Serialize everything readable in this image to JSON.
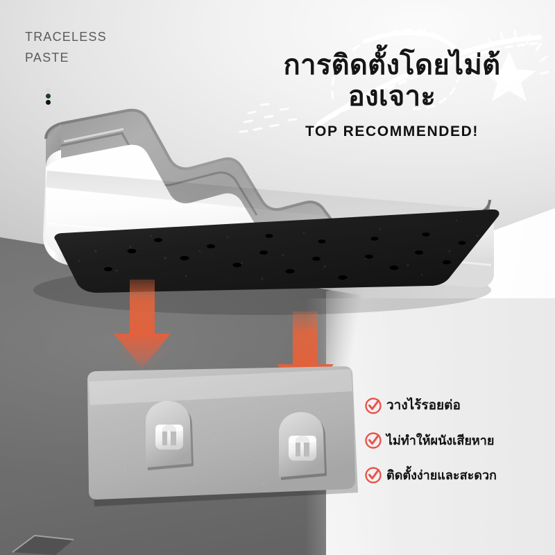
{
  "brand": {
    "line1": "TRACELESS",
    "line2": "PASTE",
    "dots_icon": "three-vertical-dots"
  },
  "headline": {
    "thai_line1": "การติดตั้งโดยไม่ต้",
    "thai_line2": "องเจาะ",
    "thai_full": "การติดตั้งโดยไม่ต้องเจาะ",
    "subtitle": "TOP RECOMMENDED!",
    "star_icon": "star-icon",
    "swoosh_icon": "swoosh-decoration"
  },
  "product": {
    "name": "wall-shelf-organizer",
    "rim_icon": "translucent-wavy-rim",
    "body_icon": "white-shelf-body",
    "base_icon": "black-perforated-base"
  },
  "arrows": {
    "icon": "down-arrow",
    "count": 2,
    "color": "#e2643c"
  },
  "adhesive": {
    "name": "adhesive-mounting-pad",
    "hook_icon": "hook-mount",
    "hook_count": 2
  },
  "bullets": [
    {
      "check_icon": "check-circle-icon",
      "text": "วางไร้รอยต่อ"
    },
    {
      "check_icon": "check-circle-icon",
      "text": "ไม่ทำให้ผนังเสียหาย"
    },
    {
      "check_icon": "check-circle-icon",
      "text": "ติดตั้งง่ายและสะดวก"
    }
  ],
  "colors": {
    "accent_red": "#e8544a",
    "arrow_orange": "#e2643c",
    "headline_black": "#151515",
    "brand_gray": "#5a5a5a",
    "wall_gray": "#6d6d6d"
  }
}
